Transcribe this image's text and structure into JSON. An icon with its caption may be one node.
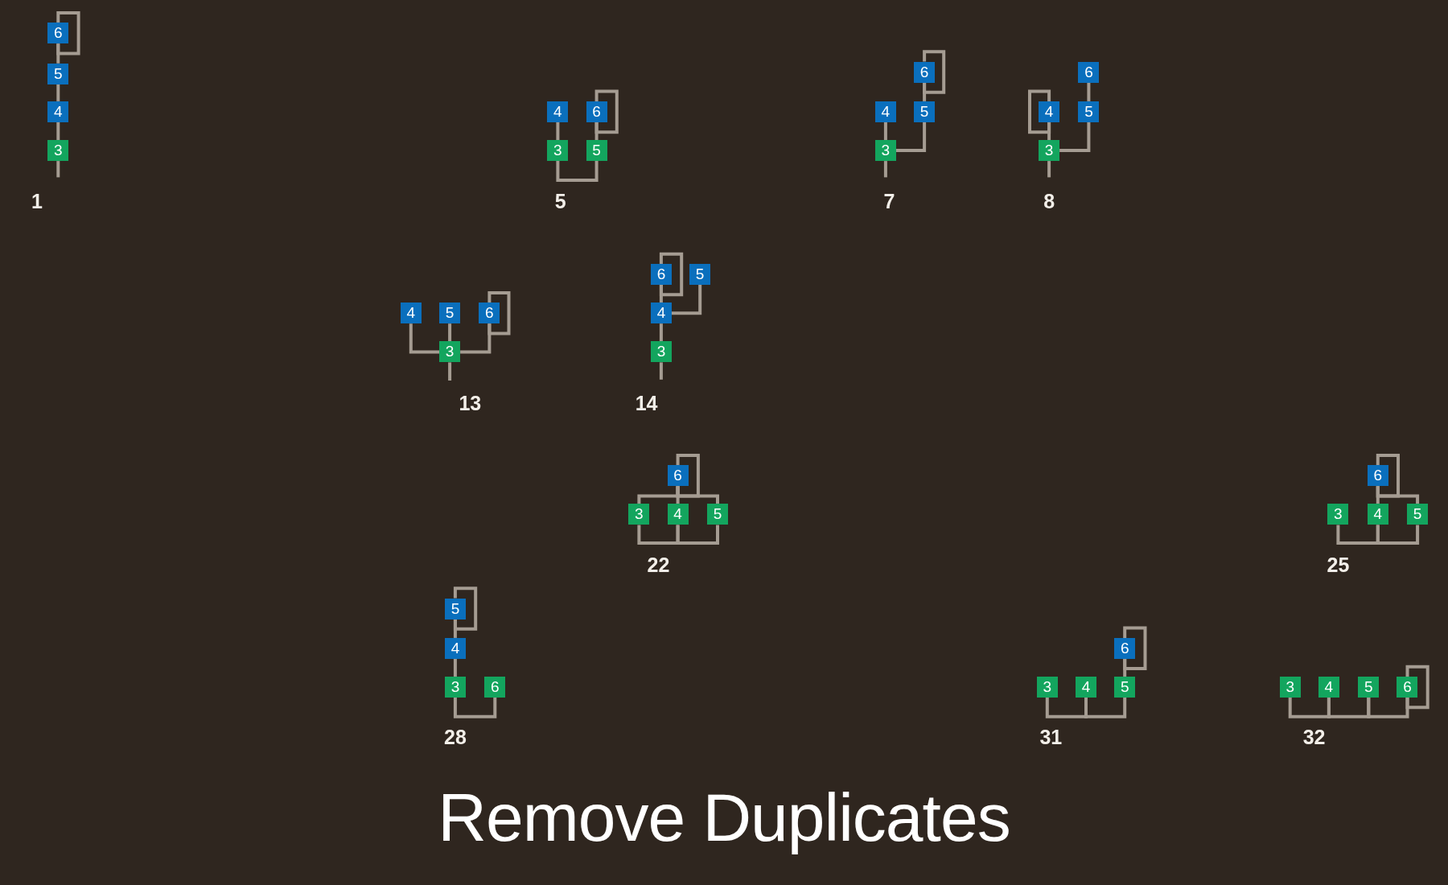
{
  "diagram": {
    "title": "Remove Duplicates",
    "nodes": [
      {
        "text": [
          "6"
        ]
      },
      {
        "text": [
          "5"
        ]
      },
      {
        "text": [
          "4"
        ]
      },
      {
        "text": [
          "3"
        ]
      },
      {
        "text": [
          "4"
        ]
      },
      {
        "text": [
          "6"
        ]
      },
      {
        "text": [
          "3"
        ]
      },
      {
        "text": [
          "5"
        ]
      },
      {
        "text": [
          "6"
        ]
      },
      {
        "text": [
          "4"
        ]
      },
      {
        "text": [
          "5"
        ]
      },
      {
        "text": [
          "3"
        ]
      },
      {
        "text": [
          "6"
        ]
      },
      {
        "text": [
          "4"
        ]
      },
      {
        "text": [
          "5"
        ]
      },
      {
        "text": [
          "3"
        ]
      },
      {
        "text": [
          "4"
        ]
      },
      {
        "text": [
          "5"
        ]
      },
      {
        "text": [
          "6"
        ]
      },
      {
        "text": [
          "3"
        ]
      },
      {
        "text": [
          "6"
        ]
      },
      {
        "text": [
          "5"
        ]
      },
      {
        "text": [
          "4"
        ]
      },
      {
        "text": [
          "3"
        ]
      },
      {
        "text": [
          "6"
        ]
      },
      {
        "text": [
          "3"
        ]
      },
      {
        "text": [
          "4"
        ]
      },
      {
        "text": [
          "5"
        ]
      },
      {
        "text": [
          "6"
        ]
      },
      {
        "text": [
          "3"
        ]
      },
      {
        "text": [
          "4"
        ]
      },
      {
        "text": [
          "5"
        ]
      },
      {
        "text": [
          "5"
        ]
      },
      {
        "text": [
          "4"
        ]
      },
      {
        "text": [
          "3"
        ]
      },
      {
        "text": [
          "6"
        ]
      },
      {
        "text": [
          "6"
        ]
      },
      {
        "text": [
          "3"
        ]
      },
      {
        "text": [
          "4"
        ]
      },
      {
        "text": [
          "5"
        ]
      },
      {
        "text": [
          "3"
        ]
      },
      {
        "text": [
          "4"
        ]
      },
      {
        "text": [
          "5"
        ]
      },
      {
        "text": [
          "6"
        ]
      }
    ],
    "edges": [
      {
        "from": 0,
        "to": 0,
        "arrow": "none"
      },
      {
        "from": 0,
        "to": 1,
        "arrow": "none"
      },
      {
        "from": 1,
        "to": 2,
        "arrow": "none"
      },
      {
        "from": 2,
        "to": 3,
        "arrow": "none"
      },
      {
        "from": 3,
        "to": null,
        "arrow": "none"
      },
      {
        "from": 5,
        "to": 5,
        "arrow": "none"
      },
      {
        "from": 4,
        "to": 6,
        "arrow": "none"
      },
      {
        "from": 5,
        "to": 7,
        "arrow": "none"
      },
      {
        "from": 6,
        "to": 7,
        "arrow": "none"
      },
      {
        "from": 8,
        "to": 8,
        "arrow": "none"
      },
      {
        "from": 8,
        "to": 10,
        "arrow": "none"
      },
      {
        "from": 9,
        "to": 11,
        "arrow": "none"
      },
      {
        "from": 11,
        "to": 10,
        "arrow": "none"
      },
      {
        "from": 11,
        "to": null,
        "arrow": "none"
      },
      {
        "from": 12,
        "to": 14,
        "arrow": "none"
      },
      {
        "from": 13,
        "to": 13,
        "arrow": "none"
      },
      {
        "from": 13,
        "to": 15,
        "arrow": "none"
      },
      {
        "from": 15,
        "to": 14,
        "arrow": "none"
      },
      {
        "from": 15,
        "to": null,
        "arrow": "none"
      },
      {
        "from": 16,
        "to": 19,
        "arrow": "none"
      },
      {
        "from": 17,
        "to": 19,
        "arrow": "none"
      },
      {
        "from": 18,
        "to": 19,
        "arrow": "none"
      },
      {
        "from": 18,
        "to": 18,
        "arrow": "none"
      },
      {
        "from": 19,
        "to": null,
        "arrow": "none"
      },
      {
        "from": 20,
        "to": 20,
        "arrow": "none"
      },
      {
        "from": 20,
        "to": 22,
        "arrow": "none"
      },
      {
        "from": 21,
        "to": 22,
        "arrow": "none"
      },
      {
        "from": 22,
        "to": 23,
        "arrow": "none"
      },
      {
        "from": 23,
        "to": null,
        "arrow": "none"
      },
      {
        "from": 24,
        "to": 24,
        "arrow": "none"
      },
      {
        "from": 24,
        "to": 25,
        "arrow": "none"
      },
      {
        "from": 24,
        "to": 26,
        "arrow": "none"
      },
      {
        "from": 24,
        "to": 27,
        "arrow": "none"
      },
      {
        "from": 25,
        "to": 26,
        "arrow": "none"
      },
      {
        "from": 26,
        "to": 27,
        "arrow": "none"
      },
      {
        "from": 28,
        "to": 28,
        "arrow": "none"
      },
      {
        "from": 28,
        "to": 30,
        "arrow": "none"
      },
      {
        "from": 28,
        "to": 31,
        "arrow": "none"
      },
      {
        "from": 29,
        "to": 30,
        "arrow": "none"
      },
      {
        "from": 30,
        "to": 31,
        "arrow": "none"
      },
      {
        "from": 32,
        "to": 32,
        "arrow": "none"
      },
      {
        "from": 32,
        "to": 33,
        "arrow": "none"
      },
      {
        "from": 33,
        "to": 34,
        "arrow": "none"
      },
      {
        "from": 34,
        "to": 35,
        "arrow": "none"
      },
      {
        "from": 36,
        "to": 36,
        "arrow": "none"
      },
      {
        "from": 36,
        "to": 39,
        "arrow": "none"
      },
      {
        "from": 37,
        "to": 38,
        "arrow": "none"
      },
      {
        "from": 38,
        "to": 39,
        "arrow": "none"
      },
      {
        "from": 43,
        "to": 43,
        "arrow": "none"
      },
      {
        "from": 40,
        "to": 41,
        "arrow": "none"
      },
      {
        "from": 41,
        "to": 42,
        "arrow": "none"
      },
      {
        "from": 42,
        "to": 43,
        "arrow": "none"
      }
    ],
    "labels": [
      "1",
      "5",
      "7",
      "8",
      "13",
      "14",
      "22",
      "25",
      "28",
      "31",
      "32"
    ]
  }
}
